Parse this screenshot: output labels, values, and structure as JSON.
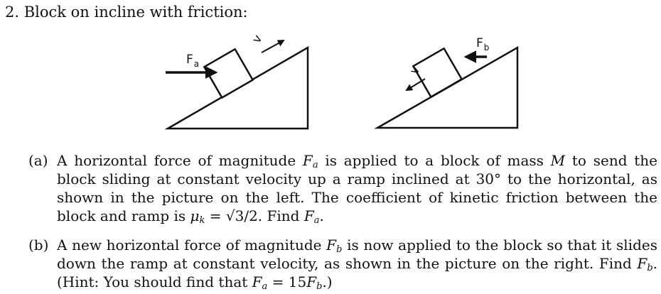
{
  "problem": {
    "title": "2. Block on incline with friction:"
  },
  "figures": {
    "left": {
      "force_symbol": "F",
      "force_subscript": "a",
      "velocity_label": "v"
    },
    "right": {
      "force_symbol": "F",
      "force_subscript": "b",
      "velocity_label": "v"
    }
  },
  "parts": {
    "a": {
      "label": "(a)",
      "t1": "A horizontal force of magnitude ",
      "sym_F": "F",
      "sub_a": "a",
      "t2": " is applied to a block of mass ",
      "sym_M": "M",
      "t3": " to send the block sliding at constant velocity up a ramp inclined at 30° to the horizontal, as shown in the picture on the left. The coefficient of kinetic friction between the block and ramp is ",
      "sym_mu": "μ",
      "sub_k": "k",
      "t4": " = √3/2. Find ",
      "sym_F2": "F",
      "sub_a2": "a",
      "t5": "."
    },
    "b": {
      "label": "(b)",
      "t1": "A new horizontal force of magnitude ",
      "sym_F": "F",
      "sub_b": "b",
      "t2": " is now applied to the block so that it slides down the ramp at constant velocity, as shown in the picture on the right. Find ",
      "sym_F2": "F",
      "sub_b2": "b",
      "t3": ". (Hint: You should find that ",
      "sym_F3": "F",
      "sub_a3": "a",
      "t4": " = 15",
      "sym_F4": "F",
      "sub_b4": "b",
      "t5": ".)"
    }
  }
}
